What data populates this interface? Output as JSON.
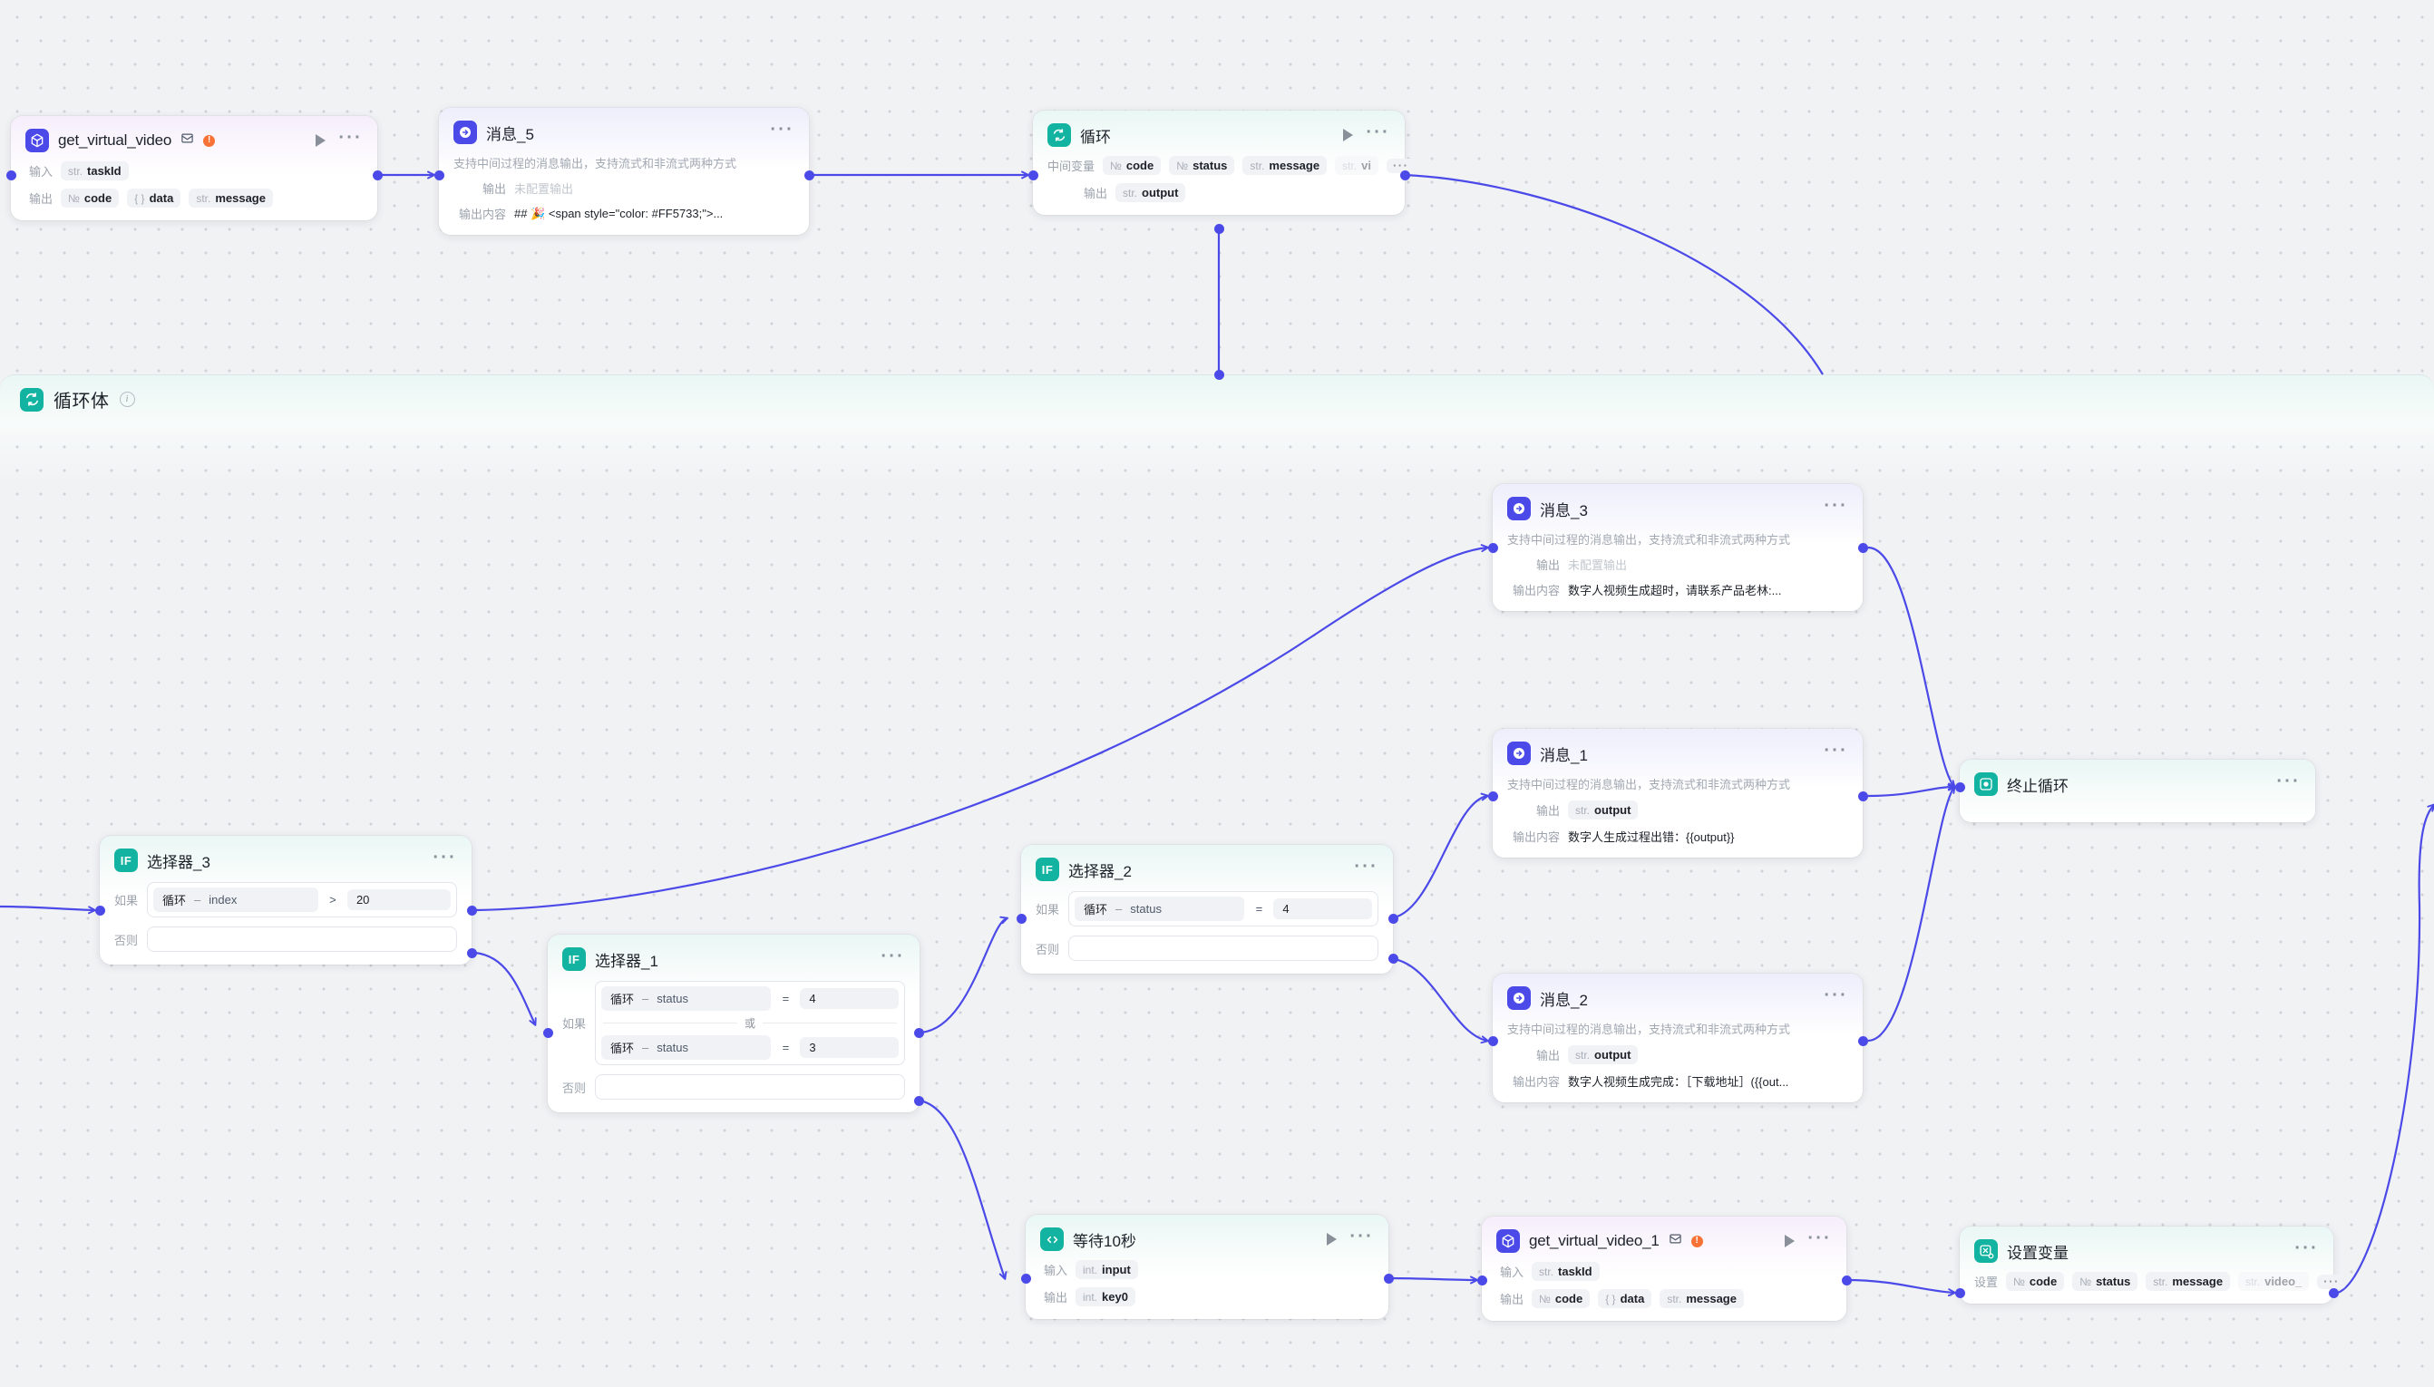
{
  "loop_body": {
    "title": "循环体",
    "info_icon": "info-icon"
  },
  "labels": {
    "input": "输入",
    "output": "输出",
    "output_content": "输出内容",
    "mid_var": "中间变量",
    "setting": "设置",
    "if": "如果",
    "else": "否则",
    "or": "或",
    "unconfigured_output": "未配置输出"
  },
  "colors": {
    "accent_edge": "#4b4ae8",
    "teal": "#12b3a0",
    "blue": "#4b4ae8",
    "warn": "#f77234"
  },
  "nodes": [
    {
      "id": "get_virtual_video",
      "title": "get_virtual_video",
      "icon": "plugin-cube-icon",
      "has_mail_icon": true,
      "has_warn_badge": true,
      "warn_badge": "!",
      "has_run": true,
      "input_chips": [
        {
          "type": "str.",
          "name": "taskId"
        }
      ],
      "output_chips": [
        {
          "type": "№",
          "name": "code"
        },
        {
          "type": "{ }",
          "name": "data"
        },
        {
          "type": "str.",
          "name": "message"
        }
      ]
    },
    {
      "id": "xiaoxi_5",
      "title": "消息_5",
      "icon": "message-arrow-icon",
      "desc": "支持中间过程的消息输出，支持流式和非流式两种方式",
      "output_value": "未配置输出",
      "output_content": "## 🎉 <span style=\"color: #FF5733;\">..."
    },
    {
      "id": "xunhuan",
      "title": "循环",
      "icon": "loop-icon",
      "has_run": true,
      "mid_var_chips": [
        {
          "type": "№",
          "name": "code"
        },
        {
          "type": "№",
          "name": "status"
        },
        {
          "type": "str.",
          "name": "message"
        },
        {
          "type": "str.",
          "name": "vi",
          "ghost": true
        }
      ],
      "mid_var_more": "···",
      "output_chips": [
        {
          "type": "str.",
          "name": "output"
        }
      ]
    },
    {
      "id": "xiaoxi_3",
      "title": "消息_3",
      "icon": "message-arrow-icon",
      "desc": "支持中间过程的消息输出，支持流式和非流式两种方式",
      "output_value": "未配置输出",
      "output_content": "数字人视频生成超时，请联系产品老林:..."
    },
    {
      "id": "xiaoxi_1",
      "title": "消息_1",
      "icon": "message-arrow-icon",
      "desc": "支持中间过程的消息输出，支持流式和非流式两种方式",
      "output_chips": [
        {
          "type": "str.",
          "name": "output"
        }
      ],
      "output_content": "数字人生成过程出错：{{output}}"
    },
    {
      "id": "xiaoxi_2",
      "title": "消息_2",
      "icon": "message-arrow-icon",
      "desc": "支持中间过程的消息输出，支持流式和非流式两种方式",
      "output_chips": [
        {
          "type": "str.",
          "name": "output"
        }
      ],
      "output_content": "数字人视频生成完成：［下载地址］({{out..."
    },
    {
      "id": "zhongzhi_xunhuan",
      "title": "终止循环",
      "icon": "stop-loop-icon"
    },
    {
      "id": "xuanzeqi_3",
      "title": "选择器_3",
      "icon": "if-icon",
      "conditions": [
        {
          "var_scope": "循环",
          "var_name": "index",
          "op": ">",
          "value": "20"
        }
      ]
    },
    {
      "id": "xuanzeqi_1",
      "title": "选择器_1",
      "icon": "if-icon",
      "conditions": [
        {
          "var_scope": "循环",
          "var_name": "status",
          "op": "=",
          "value": "4"
        },
        {
          "var_scope": "循环",
          "var_name": "status",
          "op": "=",
          "value": "3"
        }
      ]
    },
    {
      "id": "xuanzeqi_2",
      "title": "选择器_2",
      "icon": "if-icon",
      "conditions": [
        {
          "var_scope": "循环",
          "var_name": "status",
          "op": "=",
          "value": "4"
        }
      ]
    },
    {
      "id": "dengdai10miao",
      "title": "等待10秒",
      "icon": "code-icon",
      "has_run": true,
      "input_chips": [
        {
          "type": "int.",
          "name": "input"
        }
      ],
      "output_chips": [
        {
          "type": "int.",
          "name": "key0"
        }
      ]
    },
    {
      "id": "get_virtual_video_1",
      "title": "get_virtual_video_1",
      "icon": "plugin-cube-icon",
      "has_mail_icon": true,
      "has_warn_badge": true,
      "warn_badge": "!",
      "has_run": true,
      "input_chips": [
        {
          "type": "str.",
          "name": "taskId"
        }
      ],
      "output_chips": [
        {
          "type": "№",
          "name": "code"
        },
        {
          "type": "{ }",
          "name": "data"
        },
        {
          "type": "str.",
          "name": "message"
        }
      ]
    },
    {
      "id": "shezhi_bianliang",
      "title": "设置变量",
      "icon": "set-variable-icon",
      "setting_chips": [
        {
          "type": "№",
          "name": "code"
        },
        {
          "type": "№",
          "name": "status"
        },
        {
          "type": "str.",
          "name": "message"
        },
        {
          "type": "str.",
          "name": "video_",
          "ghost": true
        }
      ],
      "setting_more": "···"
    }
  ]
}
